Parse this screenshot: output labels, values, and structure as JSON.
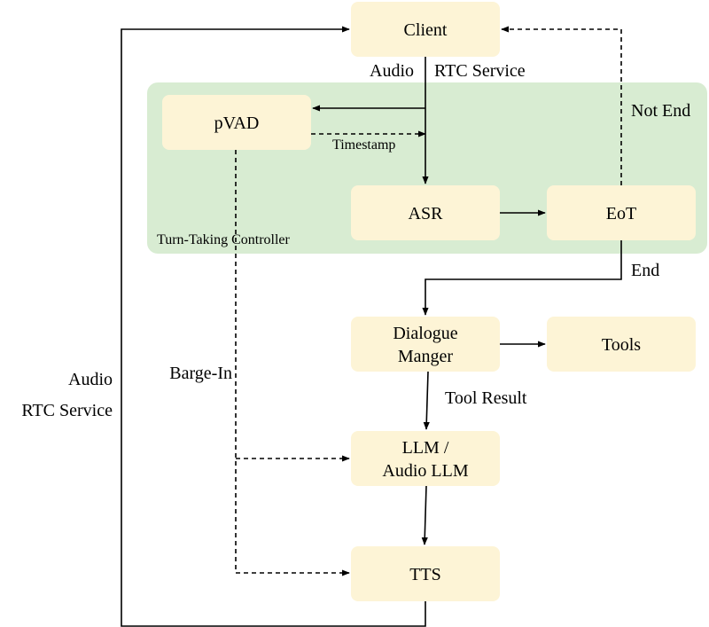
{
  "nodes": {
    "client": "Client",
    "pvad": "pVAD",
    "asr": "ASR",
    "eot": "EoT",
    "dialogue_line1": "Dialogue",
    "dialogue_line2": "Manger",
    "tools": "Tools",
    "llm_line1": "LLM /",
    "llm_line2": "Audio LLM",
    "tts": "TTS"
  },
  "region": {
    "label": "Turn-Taking Controller"
  },
  "edge_labels": {
    "audio_top": "Audio",
    "rtc_top": "RTC Service",
    "timestamp": "Timestamp",
    "not_end": "Not End",
    "end": "End",
    "tool_result": "Tool Result",
    "barge_in": "Barge-In",
    "audio_left": "Audio",
    "rtc_left": "RTC Service"
  },
  "colors": {
    "node_fill": "#fdf4d6",
    "region_fill": "#d8ecd2",
    "line": "#000000"
  }
}
